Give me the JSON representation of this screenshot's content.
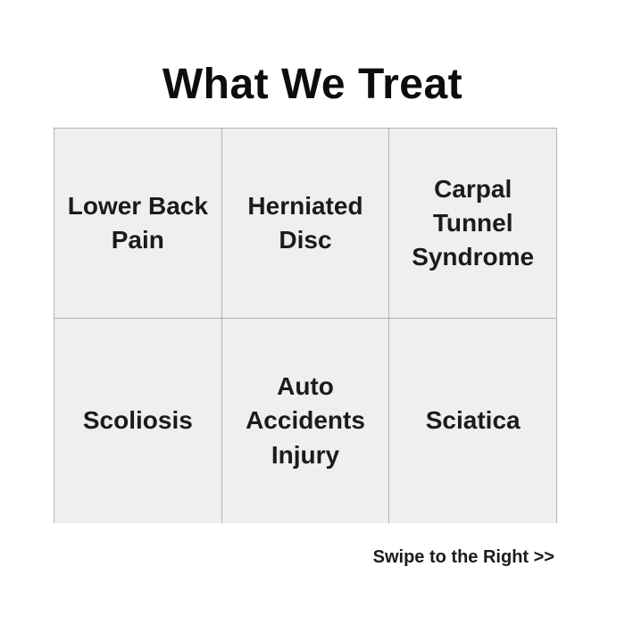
{
  "page": {
    "title": "What We Treat",
    "swipe_hint": "Swipe to the Right >>"
  },
  "colors": {
    "canvas_background": "#ffffff",
    "cell_background": "#efefef",
    "cell_border": "#b3b3b3",
    "title_text": "#0d0d0d",
    "cell_text": "#1b1b1b"
  },
  "grid": {
    "rows": [
      {
        "cells": [
          {
            "label": "Lower Back\nPain"
          },
          {
            "label": "Herniated\nDisc"
          },
          {
            "label": "Carpal\nTunnel\nSyndrome"
          }
        ]
      },
      {
        "cells": [
          {
            "label": "Scoliosis"
          },
          {
            "label": "Auto\nAccidents\nInjury"
          },
          {
            "label": "Sciatica"
          }
        ]
      }
    ]
  }
}
